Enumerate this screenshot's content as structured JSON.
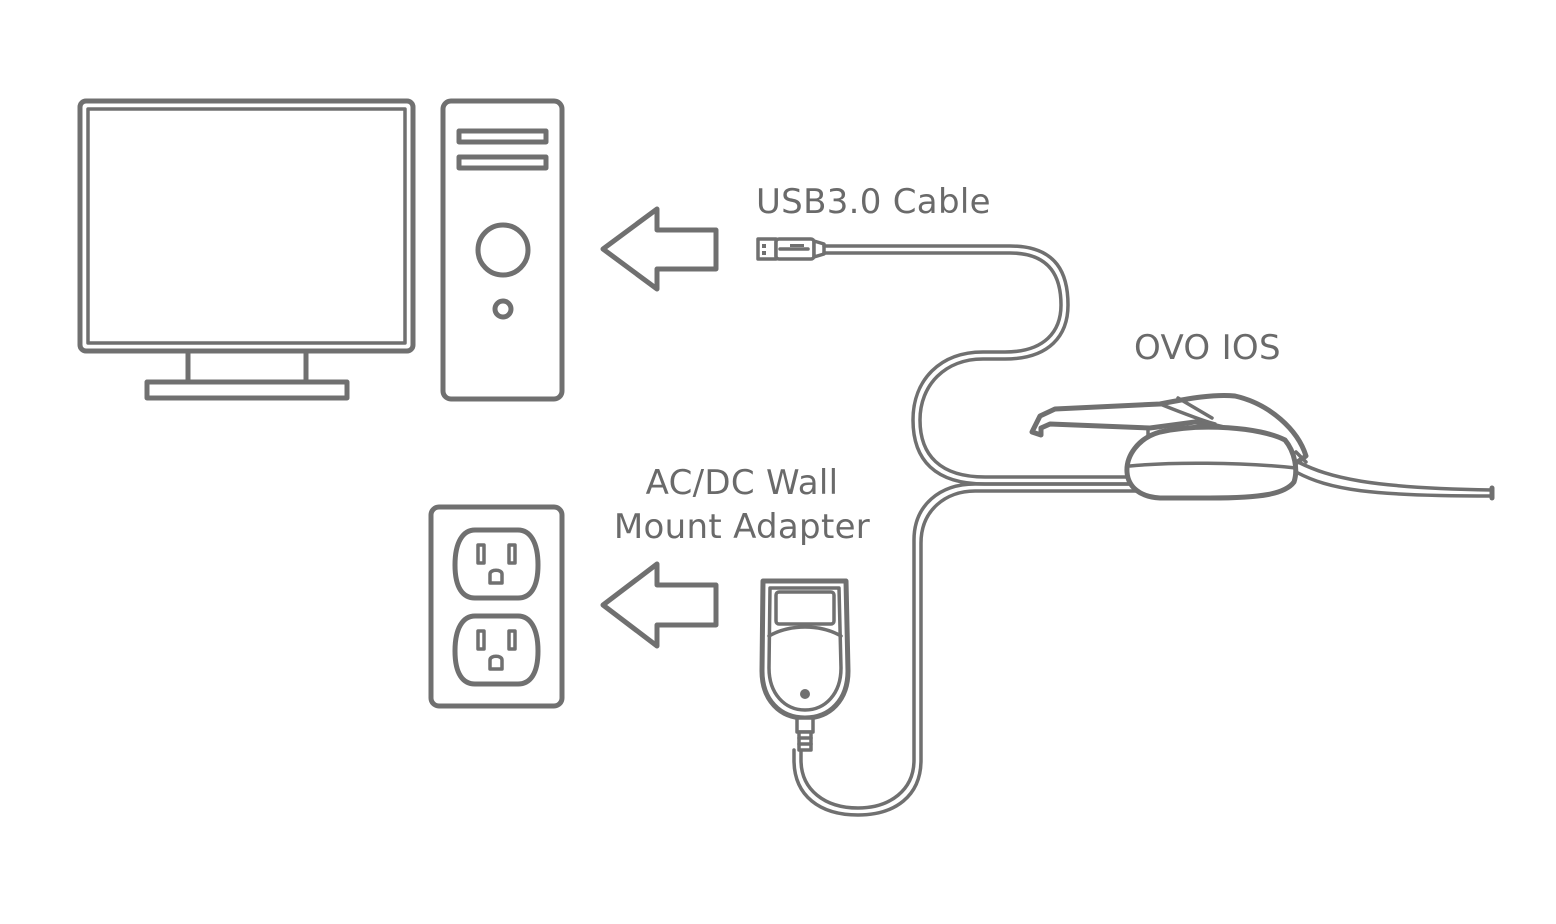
{
  "labels": {
    "usb_cable": "USB3.0 Cable",
    "scanner": "OVO IOS",
    "adapter_line1": "AC/DC Wall",
    "adapter_line2": "Mount Adapter"
  },
  "colors": {
    "stroke": "#707070",
    "text": "#6a6a6a",
    "background": "#ffffff"
  },
  "icons": [
    "monitor-icon",
    "pc-tower-icon",
    "arrow-left-icon",
    "usb-plug-icon",
    "intraoral-scanner-icon",
    "wall-outlet-icon",
    "power-adapter-icon"
  ]
}
